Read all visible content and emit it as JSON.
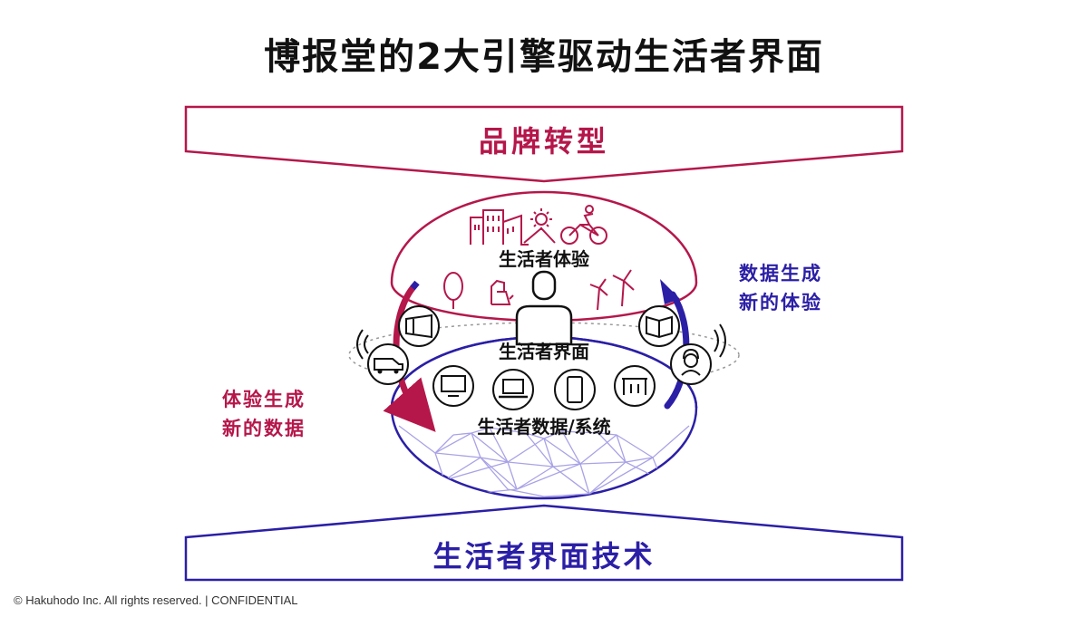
{
  "title": "博报堂的2大引擎驱动生活者界面",
  "top_banner": "品牌转型",
  "bottom_banner": "生活者界面技术",
  "dome_labels": {
    "experience": "生活者体验",
    "interface": "生活者界面",
    "data_system": "生活者数据/系统"
  },
  "right_arrow_text": [
    "数据生成",
    "新的体验"
  ],
  "left_arrow_text": [
    "体验生成",
    "新的数据"
  ],
  "footer": "© Hakuhodo Inc. All rights reserved. | CONFIDENTIAL",
  "colors": {
    "magenta": "#b5174b",
    "navy": "#2b1fa6",
    "network": "#a9a2e6"
  },
  "icons": [
    "buildings-icon",
    "sun-icon",
    "cyclist-icon",
    "mountain-icon",
    "tree-icon",
    "dog-icon",
    "wind-turbine-icon",
    "person-icon",
    "signage-icon",
    "book-icon",
    "car-icon",
    "operator-icon",
    "tv-icon",
    "laptop-icon",
    "smartphone-icon",
    "gate-icon"
  ]
}
